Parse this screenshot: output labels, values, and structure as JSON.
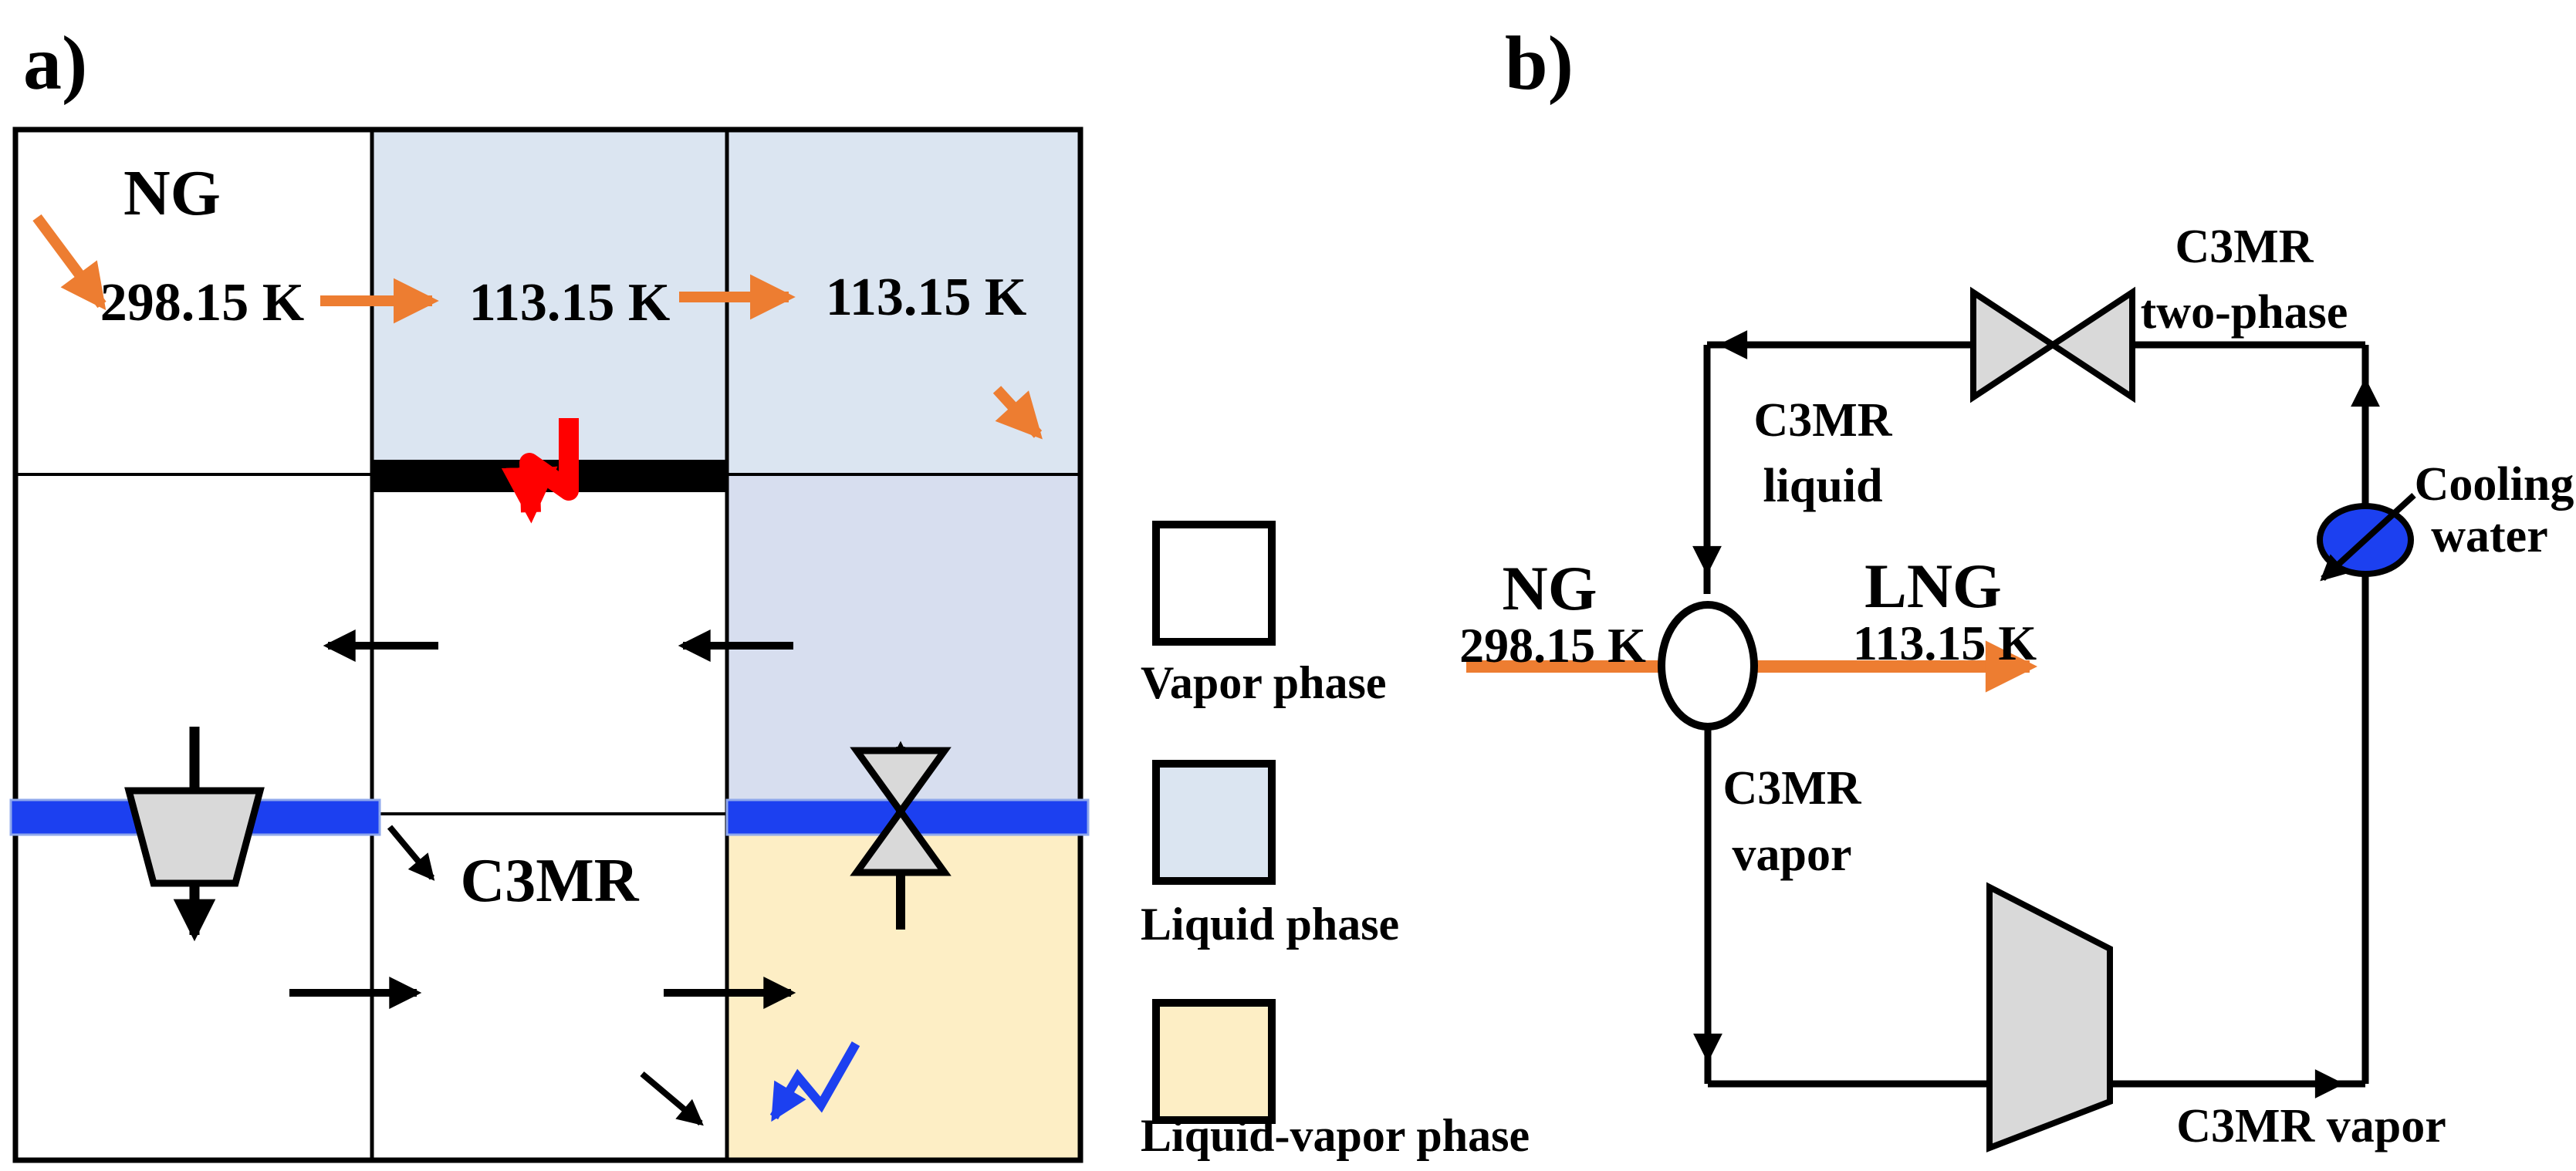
{
  "figure": {
    "type": "process-diagram",
    "description_visible_text_only": true
  },
  "colors": {
    "orange": "#ED7D31",
    "blue": "#1C40F0",
    "red": "#FF0000",
    "vapor": "#FFFFFF",
    "liquid": "#DBE5F1",
    "liquid_shaded": "#D7DEEF",
    "liquid_vapor": "#FDEEC5",
    "equipment_gray": "#D9D9D9",
    "line": "#000000"
  },
  "panel_a": {
    "section_label": "a)",
    "ng_label": "NG",
    "inlet_temp": "298.15 K",
    "mid_temp": "113.15 K",
    "outlet_temp": "113.15 K",
    "refrigerant_label": "C3MR"
  },
  "legend": {
    "items": [
      {
        "label": "Vapor phase",
        "color": "#FFFFFF"
      },
      {
        "label": "Liquid phase",
        "color": "#DBE5F1"
      },
      {
        "label": "Liquid-vapor phase",
        "color": "#FDEEC5"
      }
    ]
  },
  "panel_b": {
    "section_label": "b)",
    "ng_label": "NG",
    "ng_temp": "298.15 K",
    "lng_label": "LNG",
    "lng_temp": "113.15 K",
    "c3mr_liquid": {
      "line1": "C3MR",
      "line2": "liquid"
    },
    "c3mr_two_phase": {
      "line1": "C3MR",
      "line2": "two-phase"
    },
    "c3mr_vapor_side": {
      "line1": "C3MR",
      "line2": "vapor"
    },
    "c3mr_vapor_bottom": "C3MR vapor",
    "cooling_water": {
      "line1": "Cooling",
      "line2": "water"
    }
  }
}
